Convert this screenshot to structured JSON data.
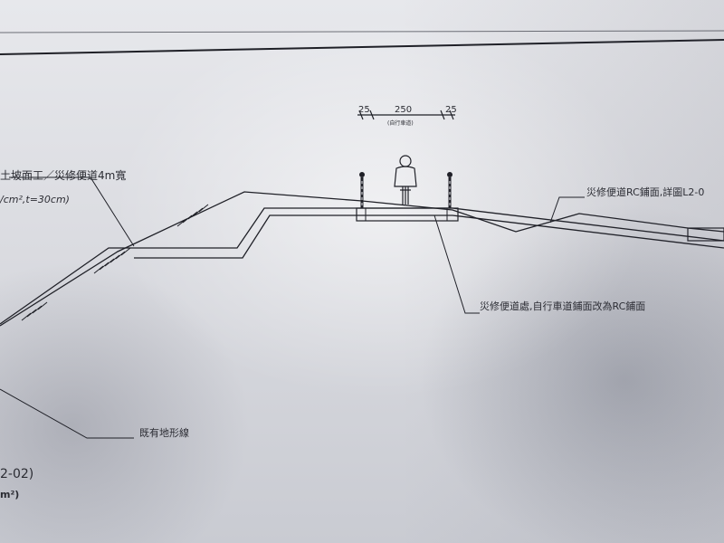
{
  "drawing": {
    "dim_left": "25",
    "dim_center": "250",
    "dim_right": "25",
    "dim_caption": "(自行車道)",
    "label_slope_line1": "土坡面工／災修便道4m寬",
    "label_slope_line2": "/cm²,t=30cm)",
    "label_right_top": "災修便道RC鋪面,詳圖L2-0",
    "label_center_bottom": "災修便道處,自行車道鋪面改為RC鋪面",
    "label_existing_terrain": "既有地形線",
    "label_ref_code": "2-02)",
    "label_unit": "m²)"
  },
  "colors": {
    "line": "#1f2027",
    "paper": "#e3e4e8"
  }
}
